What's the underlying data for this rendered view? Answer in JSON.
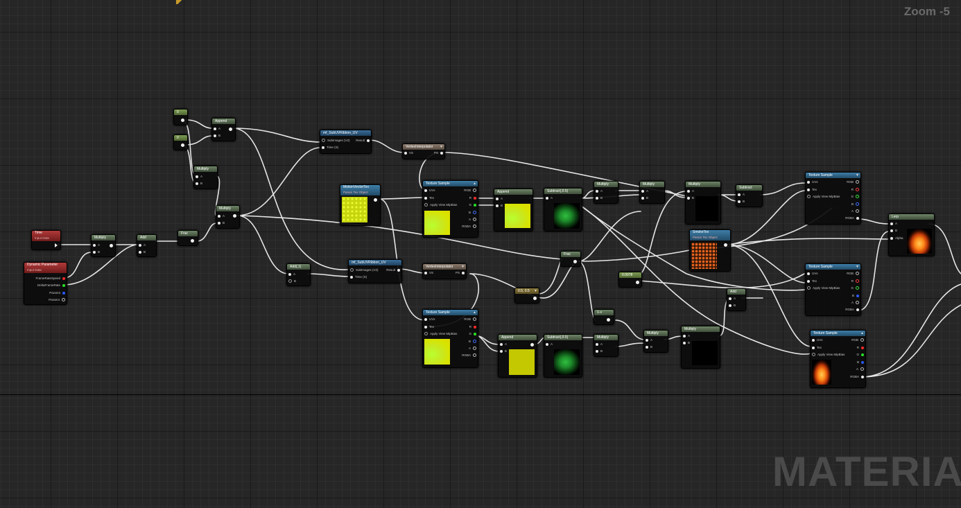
{
  "zoom_label": "Zoom -5",
  "watermark": "MATERIAL",
  "accent_colors": {
    "wire": "#e6e6e6",
    "grid_bg": "#262626",
    "pin_red": "#ff2a2a",
    "pin_green": "#27e327",
    "pin_blue": "#2a5aff"
  },
  "nodes": {
    "const_a": {
      "title": "0"
    },
    "const_b": {
      "title": "0"
    },
    "append1": {
      "title": "Append",
      "a": "A",
      "b": "B"
    },
    "multiply_const": {
      "title": "Multiply",
      "a": "A",
      "b": "B"
    },
    "time": {
      "title": "Time",
      "subtitle": "Input Data"
    },
    "dynamic_parameter": {
      "title": "Dynamic Parameter",
      "subtitle": "Input Data",
      "p1": "FrameRateSpeed",
      "p2": "DeltaFrameRate",
      "p3": "Param3",
      "p4": "Param4"
    },
    "multiply_time": {
      "title": "Multiply",
      "a": "A",
      "b": "B"
    },
    "add1": {
      "title": "Add",
      "a": "A",
      "b": "B"
    },
    "frac1": {
      "title": "Frac"
    },
    "multiply_main": {
      "title": "Multiply",
      "a": "A",
      "b": "B"
    },
    "subuv1": {
      "title": "mf_SubUVRibbon_UV",
      "in1": "SubImages (V2)",
      "in2": "Time (S)",
      "out": "Result"
    },
    "subuv2": {
      "title": "mf_SubUVRibbon_UV",
      "in1": "SubImages (V2)",
      "in2": "Time (S)",
      "out": "Result"
    },
    "add_one": {
      "title": "Add(,1)",
      "a": "A",
      "b": "B"
    },
    "vi1": {
      "title": "VertexInterpolator",
      "in": "VS",
      "out": "PS"
    },
    "vi2": {
      "title": "VertexInterpolator",
      "in": "VS",
      "out": "PS"
    },
    "motion_tex": {
      "title": "MotionVectorTex",
      "subtitle": "Param Tex Object"
    },
    "tex1": {
      "title": "Texture Sample",
      "uvs": "UVs",
      "tex": "Tex",
      "mip": "Apply View MipBias",
      "rgb": "RGB",
      "r": "R",
      "g": "G",
      "b": "B",
      "a": "A",
      "rgba": "RGBA"
    },
    "tex2": {
      "title": "Texture Sample",
      "uvs": "UVs",
      "tex": "Tex",
      "mip": "Apply View MipBias",
      "rgb": "RGB",
      "r": "R",
      "g": "G",
      "b": "B",
      "a": "A",
      "rgba": "RGBA"
    },
    "append2": {
      "title": "Append",
      "a": "A",
      "b": "B"
    },
    "append3": {
      "title": "Append",
      "a": "A",
      "b": "B"
    },
    "subtract1": {
      "title": "Subtract(,0.5)",
      "a": "A"
    },
    "subtract2": {
      "title": "Subtract(,0.5)",
      "a": "A"
    },
    "multiply_a": {
      "title": "Multiply",
      "a": "A",
      "b": "B"
    },
    "multiply_b": {
      "title": "Multiply",
      "a": "A",
      "b": "B"
    },
    "multiply_c": {
      "title": "Multiply",
      "a": "A",
      "b": "B"
    },
    "multiply_d": {
      "title": "Multiply",
      "a": "A",
      "b": "B"
    },
    "multiply_e": {
      "title": "Multiply",
      "a": "A",
      "b": "B"
    },
    "multiply_f": {
      "title": "Multiply",
      "a": "A",
      "b": "B"
    },
    "subtract3": {
      "title": "Subtract",
      "a": "A",
      "b": "B"
    },
    "frac2": {
      "title": "Frac"
    },
    "one_minus": {
      "title": "1-x"
    },
    "const2": {
      "title": "0.5, 0.5"
    },
    "const_small": {
      "title": "0.0078"
    },
    "add2": {
      "title": "Add",
      "a": "A",
      "b": "B"
    },
    "smoke_tex": {
      "title": "SmokeTex",
      "subtitle": "Param Tex Object"
    },
    "tex3": {
      "title": "Texture Sample",
      "uvs": "UVs",
      "tex": "Tex",
      "mip": "Apply View MipBias",
      "rgb": "RGB",
      "r": "R",
      "g": "G",
      "b": "B",
      "a": "A",
      "rgba": "RGBA"
    },
    "tex4": {
      "title": "Texture Sample",
      "uvs": "UVs",
      "tex": "Tex",
      "mip": "Apply View MipBias",
      "rgb": "RGB",
      "r": "R",
      "g": "G",
      "b": "B",
      "a": "A",
      "rgba": "RGBA"
    },
    "tex5": {
      "title": "Texture Sample",
      "uvs": "UVs",
      "tex": "Tex",
      "mip": "Apply View MipBias",
      "rgb": "RGB",
      "r": "R",
      "g": "G",
      "b": "B",
      "a": "A",
      "rgba": "RGBA"
    },
    "lerp": {
      "title": "Lerp",
      "a": "A",
      "b": "B",
      "alpha": "Alpha"
    }
  }
}
